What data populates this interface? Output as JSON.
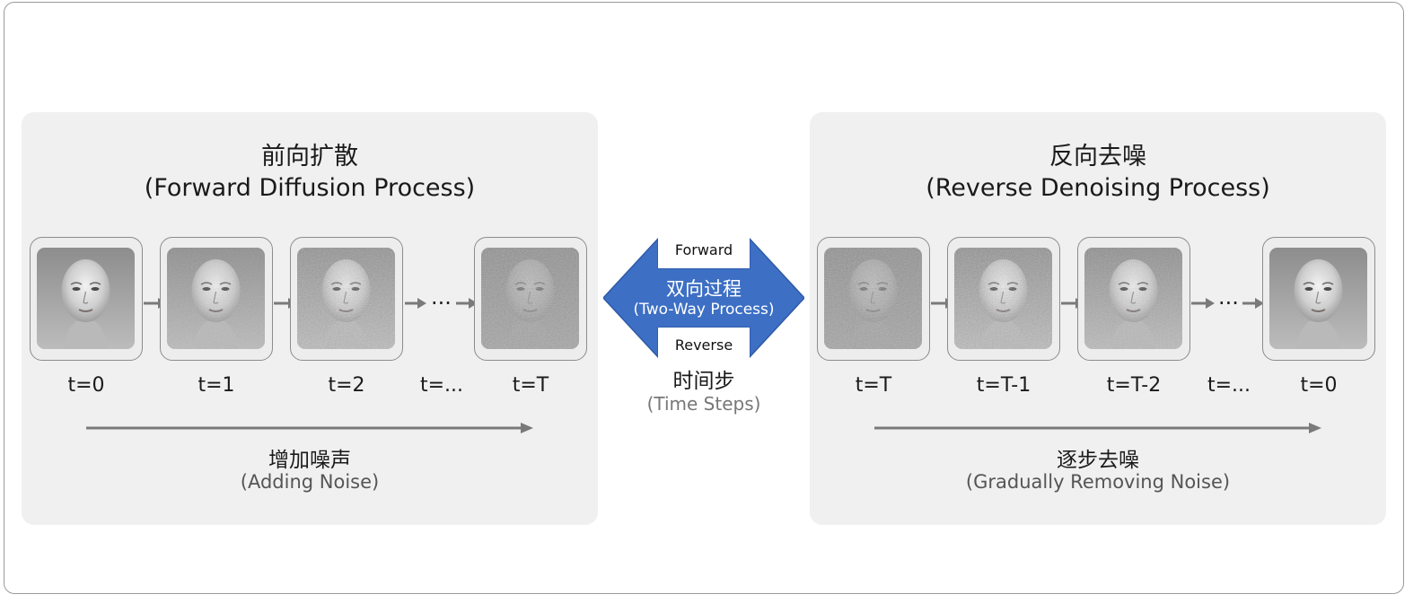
{
  "forward": {
    "title_zh": "前向扩散",
    "title_en": "(Forward Diffusion Process)",
    "steps": [
      {
        "label": "t=0",
        "noise": 0.0
      },
      {
        "label": "t=1",
        "noise": 0.35
      },
      {
        "label": "t=2",
        "noise": 0.6
      },
      {
        "label": "t=...",
        "noise": null
      },
      {
        "label": "t=T",
        "noise": 1.0
      }
    ],
    "ellipsis": "...",
    "caption_zh": "增加噪声",
    "caption_en": "(Adding Noise)"
  },
  "center": {
    "top_label": "Forward",
    "title_zh": "双向过程",
    "title_en": "(Two-Way Process)",
    "bottom_label": "Reverse",
    "timestep_zh": "时间步",
    "timestep_en": "(Time Steps)"
  },
  "reverse": {
    "title_zh": "反向去噪",
    "title_en": "(Reverse Denoising Process)",
    "steps": [
      {
        "label": "t=T",
        "noise": 1.0
      },
      {
        "label": "t=T-1",
        "noise": 0.6
      },
      {
        "label": "t=T-2",
        "noise": 0.45
      },
      {
        "label": "t=...",
        "noise": null
      },
      {
        "label": "t=0",
        "noise": 0.0
      }
    ],
    "ellipsis": "...",
    "caption_zh": "逐步去噪",
    "caption_en": "(Gradually Removing Noise)"
  },
  "colors": {
    "arrow_blue": "#3d6fc4",
    "panel_bg": "#f0f0f0",
    "gray_arrow": "#7a7a7a"
  }
}
